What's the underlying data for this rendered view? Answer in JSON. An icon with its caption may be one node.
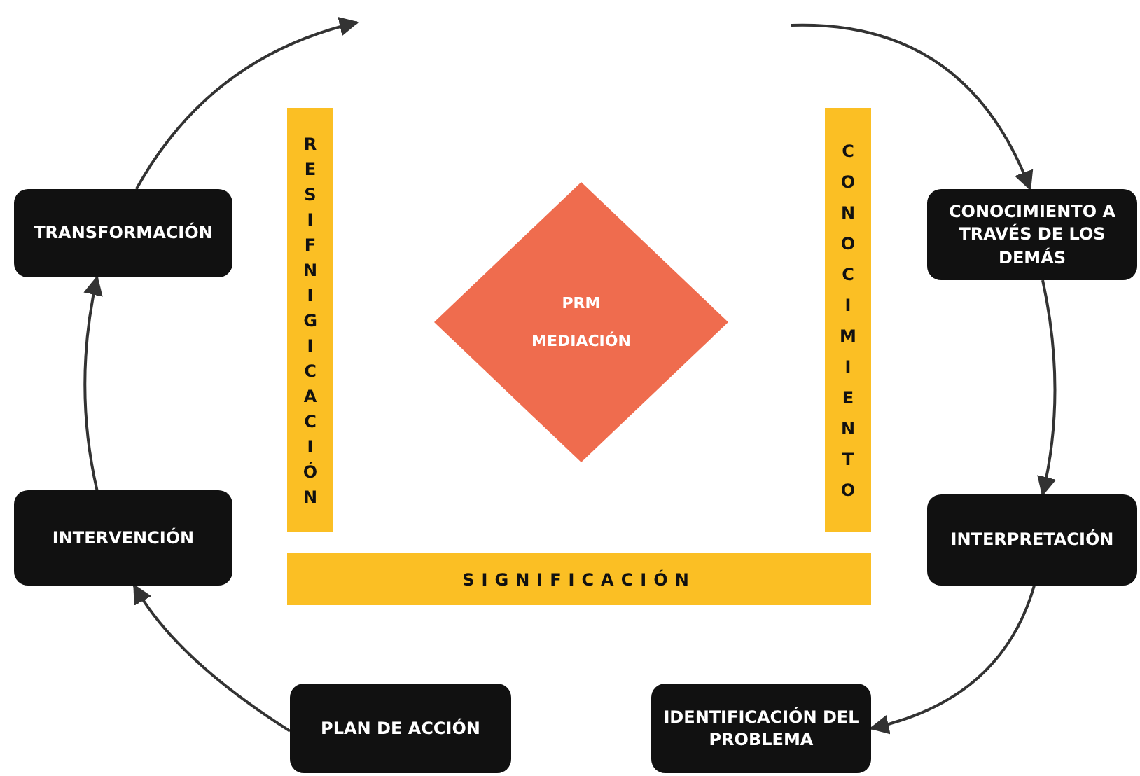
{
  "diagram": {
    "nodes": [
      {
        "text": [
          "TRANSFORMACIÓN"
        ]
      },
      {
        "text": [
          "CONOCIMIENTO A TRAVÉS DE LOS DEMÁS"
        ]
      },
      {
        "text": [
          "RESIFNIGICACIÓN"
        ]
      },
      {
        "text": [
          "CONOCIMIENTO"
        ]
      },
      {
        "text": [
          "PRM",
          "MEDIACIÓN"
        ]
      },
      {
        "text": [
          "INTERVENCIÓN"
        ]
      },
      {
        "text": [
          "INTERPRETACIÓN"
        ]
      },
      {
        "text": [
          "SIGNIFICACIÓN"
        ]
      },
      {
        "text": [
          "PLAN DE ACCIÓN"
        ]
      },
      {
        "text": [
          "IDENTIFICACIÓN DEL PROBLEMA"
        ]
      }
    ],
    "edges": [
      {
        "from": 0,
        "to": null,
        "arrow": "to"
      },
      {
        "from": null,
        "to": 1,
        "arrow": "to"
      },
      {
        "from": 1,
        "to": 6,
        "arrow": "to"
      },
      {
        "from": 6,
        "to": 9,
        "arrow": "to"
      },
      {
        "from": 8,
        "to": 5,
        "arrow": "to"
      },
      {
        "from": 5,
        "to": 0,
        "arrow": "to"
      }
    ]
  }
}
